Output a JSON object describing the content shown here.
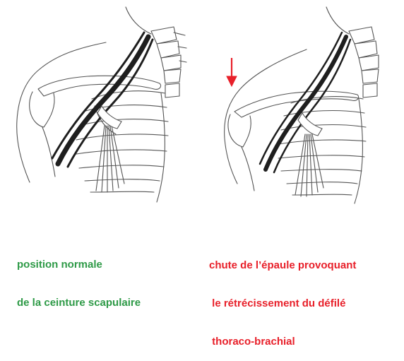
{
  "captions": {
    "left": {
      "line1": "position normale",
      "line2": "de la ceinture scapulaire"
    },
    "right": {
      "line1": "chute de l’épaule provoquant",
      "line2": " le rétrécissement du défilé",
      "line3": " thoraco-brachial"
    }
  },
  "colors": {
    "normal_caption": "#2e9a47",
    "drop_caption": "#e8202a",
    "arrow": "#e8202a",
    "vessels": "#1e1e1e",
    "line_art": "#555555"
  },
  "icons": {
    "drop_indicator": "down-arrow-icon"
  }
}
